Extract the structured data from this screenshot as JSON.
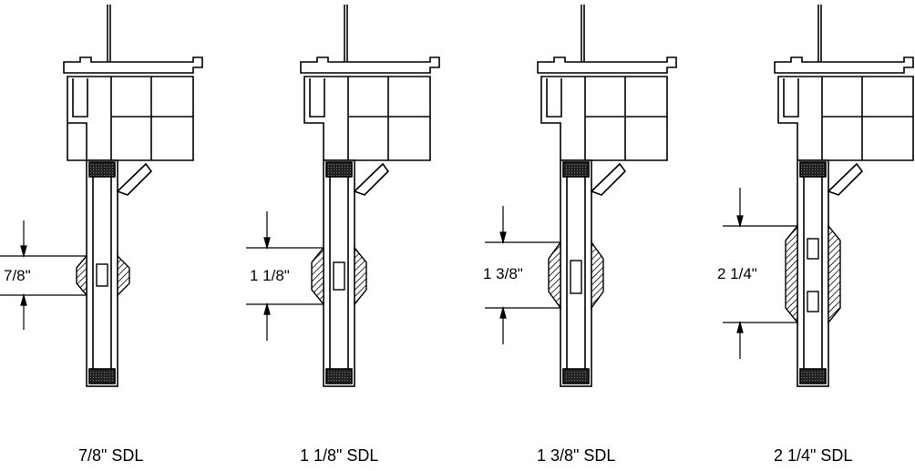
{
  "drawing": {
    "sections": [
      {
        "dimension": "7/8\"",
        "caption": "7/8\" SDL"
      },
      {
        "dimension": "1 1/8\"",
        "caption": "1 1/8\" SDL"
      },
      {
        "dimension": "1 3/8\"",
        "caption": "1 3/8\" SDL"
      },
      {
        "dimension": "2 1/4\"",
        "caption": "2 1/4\" SDL"
      }
    ]
  }
}
